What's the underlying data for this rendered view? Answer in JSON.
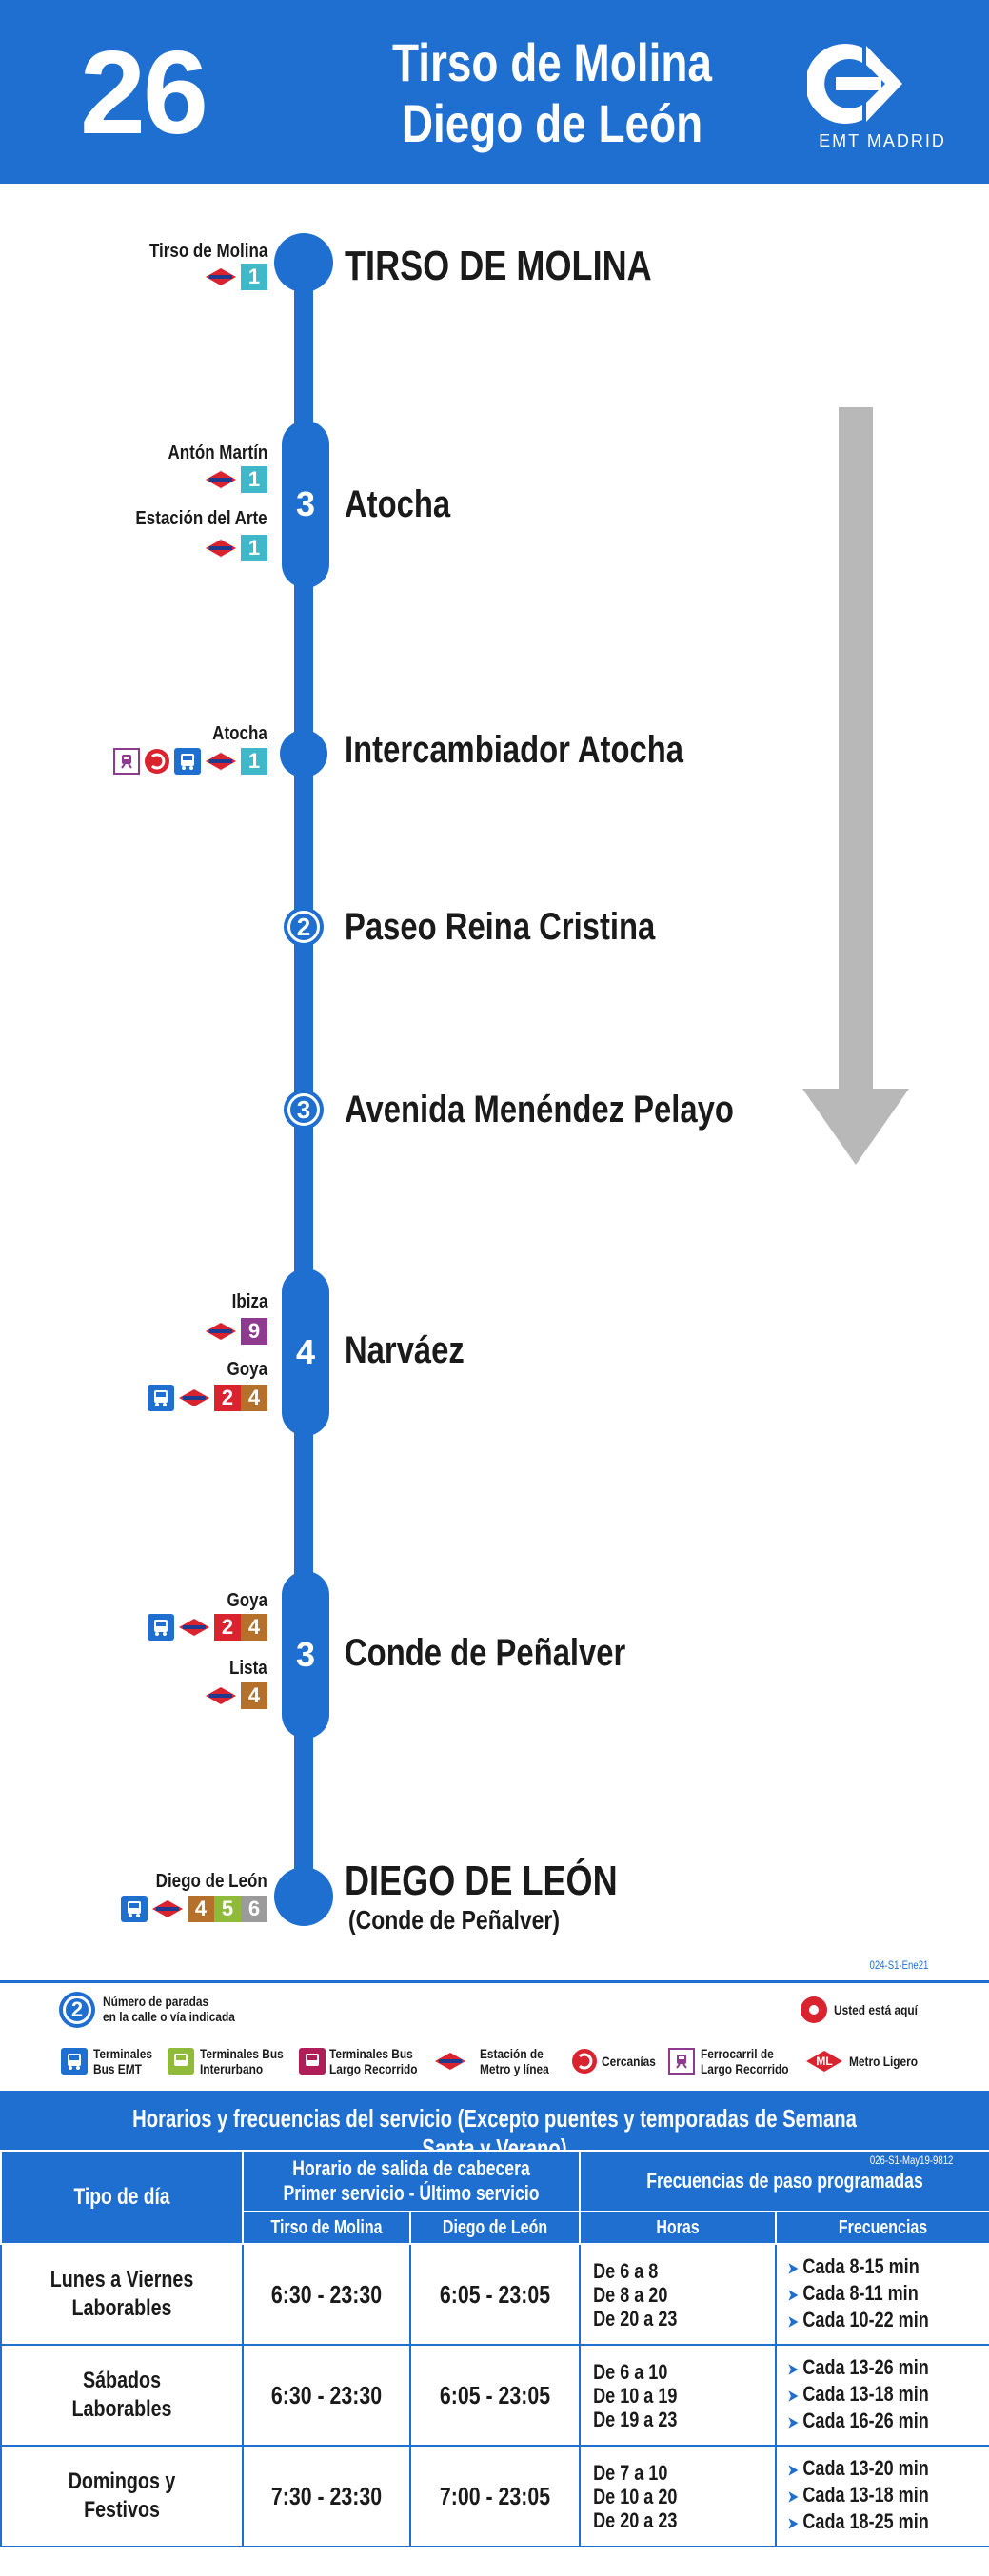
{
  "header": {
    "route_number": "26",
    "title_line1": "Tirso de Molina",
    "title_line2": "Diego de León",
    "logo_text": "EMT MADRID"
  },
  "colors": {
    "brand_blue": "#1f6fd0",
    "arrow_gray": "#b8b8b8",
    "metro_red": "#d9232e"
  },
  "stops": [
    {
      "name": "TIRSO DE MOLINA",
      "marker": "terminal"
    },
    {
      "name": "Atocha",
      "stop_count": "3"
    },
    {
      "name": "Intercambiador Atocha",
      "marker": "single"
    },
    {
      "name": "Paseo Reina Cristina",
      "stop_count": "2"
    },
    {
      "name": "Avenida Menéndez Pelayo",
      "stop_count": "3"
    },
    {
      "name": "Narváez",
      "stop_count": "4"
    },
    {
      "name": "Conde de Peñalver",
      "stop_count": "3"
    },
    {
      "name": "DIEGO DE LEÓN",
      "subtitle": "(Conde de Peñalver)",
      "marker": "terminal"
    }
  ],
  "connections": {
    "tirso": {
      "label": "Tirso de Molina",
      "lines": [
        "1"
      ]
    },
    "anton_martin": {
      "label": "Antón Martín",
      "lines": [
        "1"
      ]
    },
    "estacion_arte": {
      "label": "Estación del Arte",
      "lines": [
        "1"
      ]
    },
    "atocha": {
      "label": "Atocha",
      "lines": [
        "1"
      ]
    },
    "ibiza": {
      "label": "Ibiza",
      "lines": [
        "9"
      ]
    },
    "goya1": {
      "label": "Goya",
      "lines": [
        "2",
        "4"
      ]
    },
    "goya2": {
      "label": "Goya",
      "lines": [
        "2",
        "4"
      ]
    },
    "lista": {
      "label": "Lista",
      "lines": [
        "4"
      ]
    },
    "diego": {
      "label": "Diego de León",
      "lines": [
        "4",
        "5",
        "6"
      ]
    }
  },
  "line_colors": {
    "1": "#3fb9c9",
    "2": "#d9232e",
    "4": "#b5712b",
    "5": "#8fba3a",
    "6": "#9b9b9b",
    "9": "#8e3b8f"
  },
  "legend": {
    "code": "024-S1-Ene21",
    "stops_label_1": "Número de paradas",
    "stops_label_2": "en la calle o vía indicada",
    "you_are_here": "Usted está aquí",
    "items": [
      {
        "icon": "bus-emt-icon",
        "label1": "Terminales",
        "label2": "Bus EMT"
      },
      {
        "icon": "bus-interurban-icon",
        "label1": "Terminales Bus",
        "label2": "Interurbano"
      },
      {
        "icon": "bus-long-distance-icon",
        "label1": "Terminales Bus",
        "label2": "Largo Recorrido"
      },
      {
        "icon": "metro-icon",
        "label1": "Estación de",
        "label2": "Metro y línea"
      },
      {
        "icon": "cercanias-icon",
        "label1": "Cercanías",
        "label2": ""
      },
      {
        "icon": "train-icon",
        "label1": "Ferrocarril de",
        "label2": "Largo Recorrido"
      },
      {
        "icon": "metro-ligero-icon",
        "label1": "Metro Ligero",
        "label2": ""
      }
    ]
  },
  "schedule": {
    "title": "Horarios y frecuencias del servicio (Excepto puentes y temporadas de Semana Santa y Verano)",
    "code": "026-S1-May19-9812",
    "headers": {
      "day_type": "Tipo de día",
      "departure_1": "Horario de salida de cabecera",
      "departure_2": "Primer servicio - Último servicio",
      "frequency": "Frecuencias de paso programadas",
      "from_a": "Tirso de Molina",
      "from_b": "Diego de León",
      "hours": "Horas",
      "frequencies": "Frecuencias"
    },
    "rows": [
      {
        "day_1": "Lunes a Viernes",
        "day_2": "Laborables",
        "a": "6:30 - 23:30",
        "b": "6:05 - 23:05",
        "hours": [
          "De  6 a 8",
          "De  8 a 20",
          "De 20 a 23"
        ],
        "freqs": [
          "Cada 8-15 min",
          "Cada 8-11 min",
          "Cada 10-22 min"
        ]
      },
      {
        "day_1": "Sábados",
        "day_2": "Laborables",
        "a": "6:30 - 23:30",
        "b": "6:05 - 23:05",
        "hours": [
          "De  6 a 10",
          "De  10 a 19",
          "De 19 a 23"
        ],
        "freqs": [
          "Cada 13-26 min",
          "Cada 13-18  min",
          "Cada 16-26 min"
        ]
      },
      {
        "day_1": "Domingos y",
        "day_2": "Festivos",
        "a": "7:30 - 23:30",
        "b": "7:00 - 23:05",
        "hours": [
          "De  7 a 10",
          "De  10 a 20",
          "De 20 a 23"
        ],
        "freqs": [
          "Cada 13-20 min",
          "Cada 13-18  min",
          "Cada 18-25 min"
        ]
      }
    ]
  }
}
